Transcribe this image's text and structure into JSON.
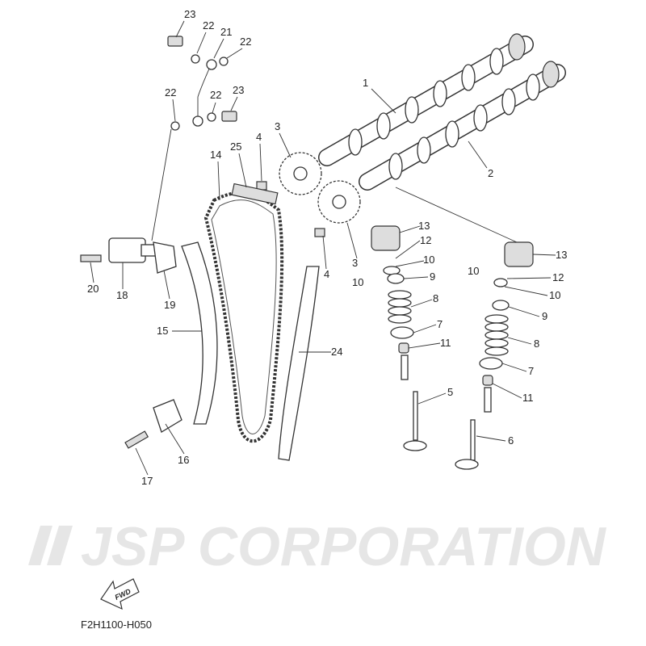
{
  "diagram_code": "F2H1100-H050",
  "fwd_label": "FWD",
  "watermark": "JSP CORPORATION",
  "callouts": [
    "23",
    "22",
    "21",
    "22",
    "22",
    "22",
    "23",
    "1",
    "2",
    "3",
    "4",
    "25",
    "14",
    "13",
    "12",
    "10",
    "10",
    "9",
    "3",
    "4",
    "13",
    "10",
    "12",
    "10",
    "9",
    "8",
    "7",
    "8",
    "11",
    "7",
    "11",
    "5",
    "6",
    "24",
    "15",
    "20",
    "18",
    "19",
    "16",
    "17"
  ]
}
